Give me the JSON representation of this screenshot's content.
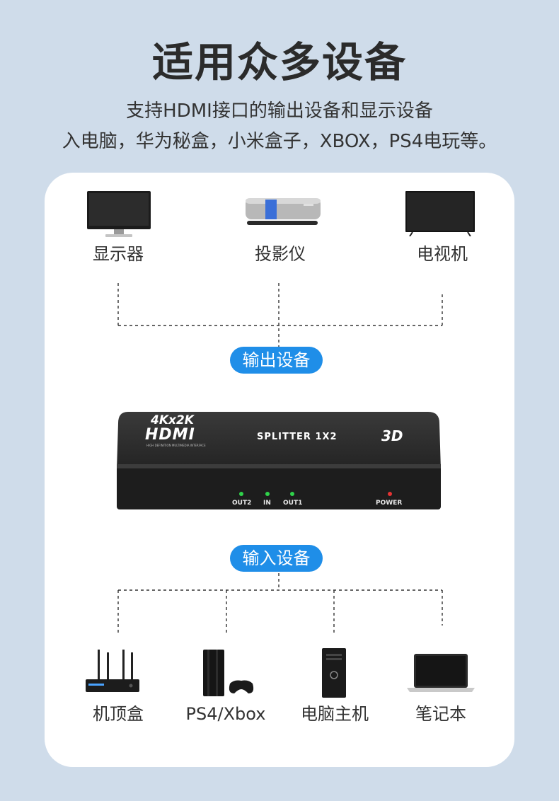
{
  "title": "适用众多设备",
  "subtitle_line1": "支持HDMI接口的输出设备和显示设备",
  "subtitle_line2": "入电脑，华为秘盒，小米盒子，XBOX，PS4电玩等。",
  "output_devices": [
    {
      "label": "显示器",
      "icon": "monitor-icon"
    },
    {
      "label": "投影仪",
      "icon": "projector-icon"
    },
    {
      "label": "电视机",
      "icon": "tv-icon"
    }
  ],
  "output_pill": "输出设备",
  "input_pill": "输入设备",
  "splitter": {
    "top_text": "4Kx2K",
    "brand": "HDMI",
    "model": "SPLITTER 1X2",
    "badge": "3D",
    "tagline": "HIGH DEFINITION MULTIMEDIA INTERFACE",
    "ports": [
      "OUT2",
      "IN",
      "OUT1",
      "POWER"
    ]
  },
  "input_devices": [
    {
      "label": "机顶盒",
      "icon": "set-top-box-icon"
    },
    {
      "label": "PS4/Xbox",
      "icon": "game-console-icon"
    },
    {
      "label": "电脑主机",
      "icon": "desktop-pc-icon"
    },
    {
      "label": "笔记本",
      "icon": "laptop-icon"
    }
  ],
  "colors": {
    "background": "#cfdcea",
    "accent": "#1f8ee8",
    "card": "#ffffff"
  }
}
